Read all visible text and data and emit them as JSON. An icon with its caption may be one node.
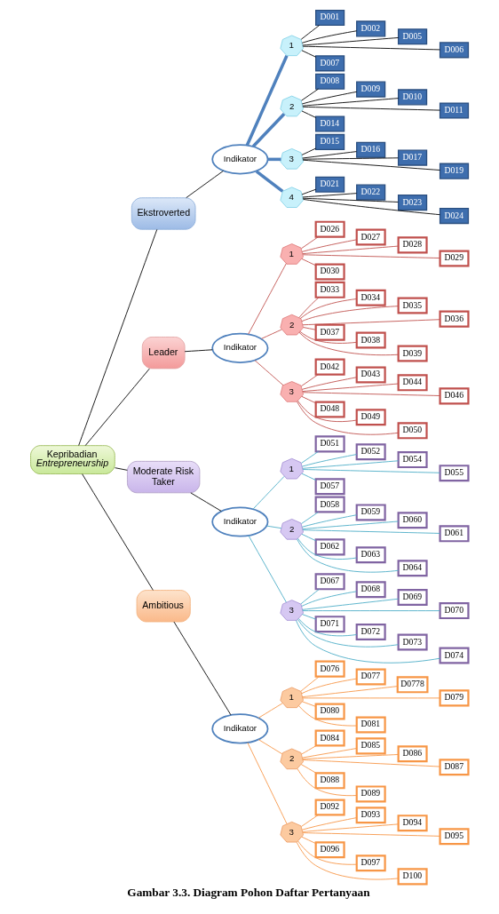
{
  "diagram": {
    "caption": "Gambar 3.3. Diagram Pohon Daftar Pertanyaan",
    "nodes": [
      {
        "text": [
          "Kepribadian *Entrepreneurship*"
        ]
      },
      {
        "text": [
          "Ekstroverted"
        ]
      },
      {
        "text": [
          "Leader"
        ]
      },
      {
        "text": [
          "Moderate Risk Taker"
        ]
      },
      {
        "text": [
          "Ambitious"
        ]
      },
      {
        "text": [
          "Indikator"
        ]
      },
      {
        "text": [
          "Indikator"
        ]
      },
      {
        "text": [
          "Indikator"
        ]
      },
      {
        "text": [
          "Indikator"
        ]
      },
      {
        "text": [
          "1"
        ]
      },
      {
        "text": [
          "2"
        ]
      },
      {
        "text": [
          "3"
        ]
      },
      {
        "text": [
          "4"
        ]
      },
      {
        "text": [
          "1"
        ]
      },
      {
        "text": [
          "2"
        ]
      },
      {
        "text": [
          "3"
        ]
      },
      {
        "text": [
          "1"
        ]
      },
      {
        "text": [
          "2"
        ]
      },
      {
        "text": [
          "3"
        ]
      },
      {
        "text": [
          "1"
        ]
      },
      {
        "text": [
          "2"
        ]
      },
      {
        "text": [
          "3"
        ]
      },
      {
        "text": [
          "D001"
        ]
      },
      {
        "text": [
          "D002"
        ]
      },
      {
        "text": [
          "D005"
        ]
      },
      {
        "text": [
          "D006"
        ]
      },
      {
        "text": [
          "D007"
        ]
      },
      {
        "text": [
          "D008"
        ]
      },
      {
        "text": [
          "D009"
        ]
      },
      {
        "text": [
          "D010"
        ]
      },
      {
        "text": [
          "D011"
        ]
      },
      {
        "text": [
          "D014"
        ]
      },
      {
        "text": [
          "D015"
        ]
      },
      {
        "text": [
          "D016"
        ]
      },
      {
        "text": [
          "D017"
        ]
      },
      {
        "text": [
          "D019"
        ]
      },
      {
        "text": [
          "D021"
        ]
      },
      {
        "text": [
          "D022"
        ]
      },
      {
        "text": [
          "D023"
        ]
      },
      {
        "text": [
          "D024"
        ]
      },
      {
        "text": [
          "D026"
        ]
      },
      {
        "text": [
          "D027"
        ]
      },
      {
        "text": [
          "D028"
        ]
      },
      {
        "text": [
          "D029"
        ]
      },
      {
        "text": [
          "D030"
        ]
      },
      {
        "text": [
          "D033"
        ]
      },
      {
        "text": [
          "D034"
        ]
      },
      {
        "text": [
          "D035"
        ]
      },
      {
        "text": [
          "D036"
        ]
      },
      {
        "text": [
          "D037"
        ]
      },
      {
        "text": [
          "D038"
        ]
      },
      {
        "text": [
          "D039"
        ]
      },
      {
        "text": [
          "D042"
        ]
      },
      {
        "text": [
          "D043"
        ]
      },
      {
        "text": [
          "D044"
        ]
      },
      {
        "text": [
          "D046"
        ]
      },
      {
        "text": [
          "D048"
        ]
      },
      {
        "text": [
          "D049"
        ]
      },
      {
        "text": [
          "D050"
        ]
      },
      {
        "text": [
          "D051"
        ]
      },
      {
        "text": [
          "D052"
        ]
      },
      {
        "text": [
          "D054"
        ]
      },
      {
        "text": [
          "D055"
        ]
      },
      {
        "text": [
          "D057"
        ]
      },
      {
        "text": [
          "D058"
        ]
      },
      {
        "text": [
          "D059"
        ]
      },
      {
        "text": [
          "D060"
        ]
      },
      {
        "text": [
          "D061"
        ]
      },
      {
        "text": [
          "D062"
        ]
      },
      {
        "text": [
          "D063"
        ]
      },
      {
        "text": [
          "D064"
        ]
      },
      {
        "text": [
          "D067"
        ]
      },
      {
        "text": [
          "D068"
        ]
      },
      {
        "text": [
          "D069"
        ]
      },
      {
        "text": [
          "D070"
        ]
      },
      {
        "text": [
          "D071"
        ]
      },
      {
        "text": [
          "D072"
        ]
      },
      {
        "text": [
          "D073"
        ]
      },
      {
        "text": [
          "D074"
        ]
      },
      {
        "text": [
          "D076"
        ]
      },
      {
        "text": [
          "D077"
        ]
      },
      {
        "text": [
          "D0778"
        ]
      },
      {
        "text": [
          "D079"
        ]
      },
      {
        "text": [
          "D080"
        ]
      },
      {
        "text": [
          "D081"
        ]
      },
      {
        "text": [
          "D084"
        ]
      },
      {
        "text": [
          "D085"
        ]
      },
      {
        "text": [
          "D086"
        ]
      },
      {
        "text": [
          "D087"
        ]
      },
      {
        "text": [
          "D088"
        ]
      },
      {
        "text": [
          "D089"
        ]
      },
      {
        "text": [
          "D092"
        ]
      },
      {
        "text": [
          "D093"
        ]
      },
      {
        "text": [
          "D094"
        ]
      },
      {
        "text": [
          "D095"
        ]
      },
      {
        "text": [
          "D096"
        ]
      },
      {
        "text": [
          "D097"
        ]
      },
      {
        "text": [
          "D100"
        ]
      }
    ],
    "edges": [
      {
        "from": 0,
        "to": 1,
        "arrow": "none"
      },
      {
        "from": 0,
        "to": 2,
        "arrow": "none"
      },
      {
        "from": 0,
        "to": 3,
        "arrow": "none"
      },
      {
        "from": 0,
        "to": 4,
        "arrow": "none"
      },
      {
        "from": 1,
        "to": 5,
        "arrow": "none"
      },
      {
        "from": 2,
        "to": 6,
        "arrow": "none"
      },
      {
        "from": 3,
        "to": 7,
        "arrow": "none"
      },
      {
        "from": 4,
        "to": 8,
        "arrow": "none"
      },
      {
        "from": 5,
        "to": 9,
        "arrow": "none",
        "style": "thick",
        "color": "#4f81bd"
      },
      {
        "from": 5,
        "to": 10,
        "arrow": "none",
        "style": "thick",
        "color": "#4f81bd"
      },
      {
        "from": 5,
        "to": 11,
        "arrow": "none",
        "style": "thick",
        "color": "#4f81bd"
      },
      {
        "from": 5,
        "to": 12,
        "arrow": "none",
        "style": "thick",
        "color": "#4f81bd"
      },
      {
        "from": 6,
        "to": 13,
        "arrow": "none",
        "color": "#c0504d"
      },
      {
        "from": 6,
        "to": 14,
        "arrow": "none",
        "color": "#c0504d"
      },
      {
        "from": 6,
        "to": 15,
        "arrow": "none",
        "color": "#c0504d"
      },
      {
        "from": 7,
        "to": 16,
        "arrow": "none",
        "color": "#4bacc6"
      },
      {
        "from": 7,
        "to": 17,
        "arrow": "none",
        "color": "#4bacc6"
      },
      {
        "from": 7,
        "to": 18,
        "arrow": "none",
        "color": "#4bacc6"
      },
      {
        "from": 8,
        "to": 19,
        "arrow": "none",
        "color": "#f79646"
      },
      {
        "from": 8,
        "to": 20,
        "arrow": "none",
        "color": "#f79646"
      },
      {
        "from": 8,
        "to": 21,
        "arrow": "none",
        "color": "#f79646"
      },
      {
        "from": 9,
        "to": 22,
        "arrow": "none"
      },
      {
        "from": 9,
        "to": 23,
        "arrow": "none"
      },
      {
        "from": 9,
        "to": 24,
        "arrow": "none"
      },
      {
        "from": 9,
        "to": 25,
        "arrow": "none"
      },
      {
        "from": 9,
        "to": 26,
        "arrow": "none"
      },
      {
        "from": 10,
        "to": 27,
        "arrow": "none"
      },
      {
        "from": 10,
        "to": 28,
        "arrow": "none"
      },
      {
        "from": 10,
        "to": 29,
        "arrow": "none"
      },
      {
        "from": 10,
        "to": 30,
        "arrow": "none"
      },
      {
        "from": 10,
        "to": 31,
        "arrow": "none"
      },
      {
        "from": 11,
        "to": 32,
        "arrow": "none"
      },
      {
        "from": 11,
        "to": 33,
        "arrow": "none"
      },
      {
        "from": 11,
        "to": 34,
        "arrow": "none"
      },
      {
        "from": 11,
        "to": 35,
        "arrow": "none"
      },
      {
        "from": 12,
        "to": 36,
        "arrow": "none"
      },
      {
        "from": 12,
        "to": 37,
        "arrow": "none"
      },
      {
        "from": 12,
        "to": 38,
        "arrow": "none"
      },
      {
        "from": 12,
        "to": 39,
        "arrow": "none"
      },
      {
        "from": 13,
        "to": 40,
        "arrow": "none",
        "color": "#c0504d"
      },
      {
        "from": 13,
        "to": 41,
        "arrow": "none",
        "color": "#c0504d"
      },
      {
        "from": 13,
        "to": 42,
        "arrow": "none",
        "color": "#c0504d"
      },
      {
        "from": 13,
        "to": 43,
        "arrow": "none",
        "color": "#c0504d"
      },
      {
        "from": 13,
        "to": 44,
        "arrow": "none",
        "color": "#c0504d"
      },
      {
        "from": 14,
        "to": 45,
        "arrow": "none",
        "color": "#c0504d"
      },
      {
        "from": 14,
        "to": 46,
        "arrow": "none",
        "color": "#c0504d"
      },
      {
        "from": 14,
        "to": 47,
        "arrow": "none",
        "color": "#c0504d"
      },
      {
        "from": 14,
        "to": 48,
        "arrow": "none",
        "color": "#c0504d"
      },
      {
        "from": 14,
        "to": 49,
        "arrow": "none",
        "color": "#c0504d"
      },
      {
        "from": 14,
        "to": 50,
        "arrow": "none",
        "color": "#c0504d"
      },
      {
        "from": 14,
        "to": 51,
        "arrow": "none",
        "color": "#c0504d"
      },
      {
        "from": 15,
        "to": 52,
        "arrow": "none",
        "color": "#c0504d"
      },
      {
        "from": 15,
        "to": 53,
        "arrow": "none",
        "color": "#c0504d"
      },
      {
        "from": 15,
        "to": 54,
        "arrow": "none",
        "color": "#c0504d"
      },
      {
        "from": 15,
        "to": 55,
        "arrow": "none",
        "color": "#c0504d"
      },
      {
        "from": 15,
        "to": 56,
        "arrow": "none",
        "color": "#c0504d"
      },
      {
        "from": 15,
        "to": 57,
        "arrow": "none",
        "color": "#c0504d"
      },
      {
        "from": 15,
        "to": 58,
        "arrow": "none",
        "color": "#c0504d"
      },
      {
        "from": 16,
        "to": 59,
        "arrow": "none",
        "color": "#4bacc6"
      },
      {
        "from": 16,
        "to": 60,
        "arrow": "none",
        "color": "#4bacc6"
      },
      {
        "from": 16,
        "to": 61,
        "arrow": "none",
        "color": "#4bacc6"
      },
      {
        "from": 16,
        "to": 62,
        "arrow": "none",
        "color": "#4bacc6"
      },
      {
        "from": 16,
        "to": 63,
        "arrow": "none",
        "color": "#4bacc6"
      },
      {
        "from": 17,
        "to": 64,
        "arrow": "none",
        "color": "#4bacc6"
      },
      {
        "from": 17,
        "to": 65,
        "arrow": "none",
        "color": "#4bacc6"
      },
      {
        "from": 17,
        "to": 66,
        "arrow": "none",
        "color": "#4bacc6"
      },
      {
        "from": 17,
        "to": 67,
        "arrow": "none",
        "color": "#4bacc6"
      },
      {
        "from": 17,
        "to": 68,
        "arrow": "none",
        "color": "#4bacc6"
      },
      {
        "from": 17,
        "to": 69,
        "arrow": "none",
        "color": "#4bacc6"
      },
      {
        "from": 17,
        "to": 70,
        "arrow": "none",
        "color": "#4bacc6"
      },
      {
        "from": 18,
        "to": 71,
        "arrow": "none",
        "color": "#4bacc6"
      },
      {
        "from": 18,
        "to": 72,
        "arrow": "none",
        "color": "#4bacc6"
      },
      {
        "from": 18,
        "to": 73,
        "arrow": "none",
        "color": "#4bacc6"
      },
      {
        "from": 18,
        "to": 74,
        "arrow": "none",
        "color": "#4bacc6"
      },
      {
        "from": 18,
        "to": 75,
        "arrow": "none",
        "color": "#4bacc6"
      },
      {
        "from": 18,
        "to": 76,
        "arrow": "none",
        "color": "#4bacc6"
      },
      {
        "from": 18,
        "to": 77,
        "arrow": "none",
        "color": "#4bacc6"
      },
      {
        "from": 18,
        "to": 78,
        "arrow": "none",
        "color": "#4bacc6"
      },
      {
        "from": 19,
        "to": 79,
        "arrow": "none",
        "color": "#f79646"
      },
      {
        "from": 19,
        "to": 80,
        "arrow": "none",
        "color": "#f79646"
      },
      {
        "from": 19,
        "to": 81,
        "arrow": "none",
        "color": "#f79646"
      },
      {
        "from": 19,
        "to": 82,
        "arrow": "none",
        "color": "#f79646"
      },
      {
        "from": 19,
        "to": 83,
        "arrow": "none",
        "color": "#f79646"
      },
      {
        "from": 19,
        "to": 84,
        "arrow": "none",
        "color": "#f79646"
      },
      {
        "from": 20,
        "to": 85,
        "arrow": "none",
        "color": "#f79646"
      },
      {
        "from": 20,
        "to": 86,
        "arrow": "none",
        "color": "#f79646"
      },
      {
        "from": 20,
        "to": 87,
        "arrow": "none",
        "color": "#f79646"
      },
      {
        "from": 20,
        "to": 88,
        "arrow": "none",
        "color": "#f79646"
      },
      {
        "from": 20,
        "to": 89,
        "arrow": "none",
        "color": "#f79646"
      },
      {
        "from": 20,
        "to": 90,
        "arrow": "none",
        "color": "#f79646"
      },
      {
        "from": 21,
        "to": 91,
        "arrow": "none",
        "color": "#f79646"
      },
      {
        "from": 21,
        "to": 92,
        "arrow": "none",
        "color": "#f79646"
      },
      {
        "from": 21,
        "to": 93,
        "arrow": "none",
        "color": "#f79646"
      },
      {
        "from": 21,
        "to": 94,
        "arrow": "none",
        "color": "#f79646"
      },
      {
        "from": 21,
        "to": 95,
        "arrow": "none",
        "color": "#f79646"
      },
      {
        "from": 21,
        "to": 96,
        "arrow": "none",
        "color": "#f79646"
      },
      {
        "from": 21,
        "to": 97,
        "arrow": "none",
        "color": "#f79646"
      }
    ]
  }
}
